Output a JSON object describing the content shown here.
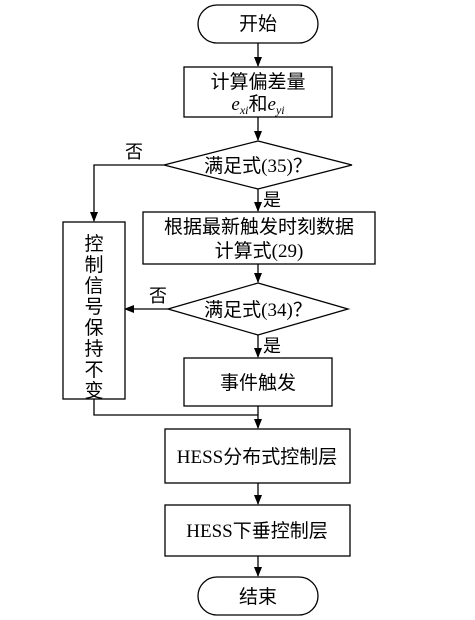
{
  "nodes": {
    "start": "开始",
    "calc1_line1": "计算偏差量",
    "calc1_e1": "e",
    "calc1_sub1": "xi",
    "calc1_and": "和",
    "calc1_e2": "e",
    "calc1_sub2": "yi",
    "decision1": "满足式(35)？",
    "calc2_line1": "根据最新触发时刻数据",
    "calc2_line2": "计算式(29)",
    "decision2": "满足式(34)？",
    "event": "事件触发",
    "hold": [
      "控",
      "制",
      "信",
      "号",
      "保",
      "持",
      "不",
      "变"
    ],
    "hess_dist": "HESS分布式控制层",
    "hess_lower": "HESS下垂控制层",
    "end": "结束"
  },
  "edge_labels": {
    "no1": "否",
    "yes1": "是",
    "no2": "否",
    "yes2": "是"
  }
}
